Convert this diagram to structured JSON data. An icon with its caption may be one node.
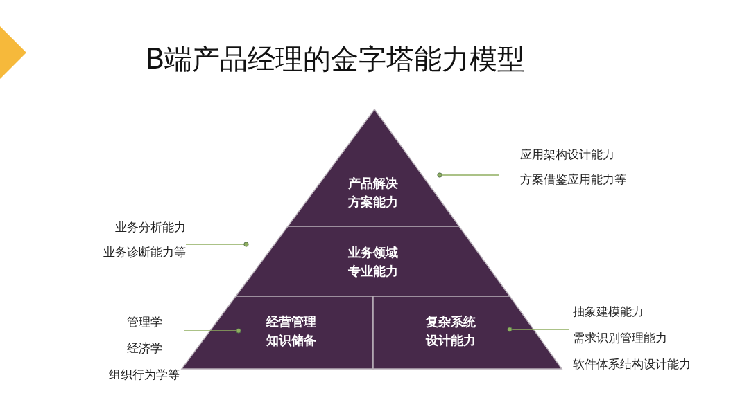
{
  "diagram": {
    "title": "B端产品经理的金字塔能力模型",
    "nodes": [
      {
        "text": [
          "产品解决方案能力"
        ]
      },
      {
        "text": [
          "业务领域专业能力"
        ]
      },
      {
        "text": [
          "经营管理知识储备"
        ]
      },
      {
        "text": [
          "复杂系统设计能力"
        ]
      },
      {
        "text": [
          "应用架构设计能力",
          "方案借鉴应用能力等"
        ]
      },
      {
        "text": [
          "业务分析能力",
          "业务诊断能力等"
        ]
      },
      {
        "text": [
          "管理学",
          "经济学",
          "组织行为学等"
        ]
      },
      {
        "text": [
          "抽象建模能力",
          "需求识别管理能力",
          "软件体系结构设计能力"
        ]
      }
    ],
    "edges": [
      {
        "from": 4,
        "to": 0,
        "arrow": "other"
      },
      {
        "from": 5,
        "to": 1,
        "arrow": "other"
      },
      {
        "from": 6,
        "to": 2,
        "arrow": "other"
      },
      {
        "from": 7,
        "to": 3,
        "arrow": "other"
      }
    ]
  }
}
